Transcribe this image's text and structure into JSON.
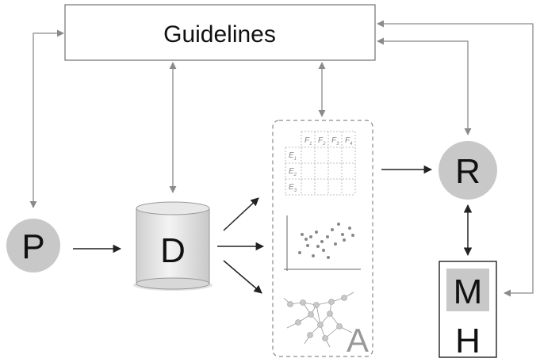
{
  "guidelines": {
    "label": "Guidelines"
  },
  "nodes": {
    "p": {
      "label": "P"
    },
    "d": {
      "label": "D"
    },
    "r": {
      "label": "R"
    },
    "m": {
      "label": "M"
    },
    "h": {
      "label": "H"
    },
    "a": {
      "label": "A"
    }
  },
  "table": {
    "columns": [
      {
        "base": "F",
        "sub": "1"
      },
      {
        "base": "F",
        "sub": "2"
      },
      {
        "base": "F",
        "sub": "3"
      },
      {
        "base": "F",
        "sub": "4"
      }
    ],
    "rows": [
      {
        "base": "E",
        "sub": "1"
      },
      {
        "base": "E",
        "sub": "2"
      },
      {
        "base": "E",
        "sub": "3"
      }
    ]
  },
  "colors": {
    "node_fill": "#c8c8c8",
    "arrow_dark": "#222222",
    "arrow_gray": "#8a8a8a",
    "dashed_border": "#8a8a8a"
  }
}
